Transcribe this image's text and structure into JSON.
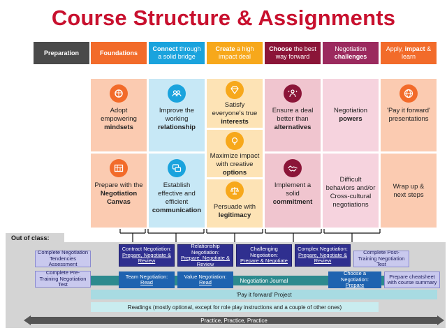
{
  "title": "Course Structure & Assignments",
  "headers": [
    {
      "pre": "",
      "bold": "Preparation",
      "post": "",
      "bg": "#4a4a4a"
    },
    {
      "pre": "",
      "bold": "Foundations",
      "post": "",
      "bg": "#f26b2a"
    },
    {
      "pre": "",
      "bold": "Connect",
      "post": " through a solid bridge",
      "bg": "#1aa3dd"
    },
    {
      "pre": "",
      "bold": "Create",
      "post": " a high impact deal",
      "bg": "#f7a81b"
    },
    {
      "pre": "",
      "bold": "Choose",
      "post": " the best way forward",
      "bg": "#8b1538"
    },
    {
      "pre": "Negotiation ",
      "bold": "challenges",
      "post": "",
      "bg": "#9b2a5e"
    },
    {
      "pre": "Apply, ",
      "bold": "impact",
      "post": " & learn",
      "bg": "#f26b2a"
    }
  ],
  "cells": {
    "foundations_1": {
      "line1": "Adopt",
      "line2": "empowering",
      "bold": "mindsets",
      "icon": "brain-icon"
    },
    "foundations_2": {
      "line1": "Prepare with the",
      "bold1": "Negotiation",
      "bold2": "Canvas",
      "icon": "canvas-icon"
    },
    "connect_1": {
      "line1": "Improve the",
      "line2": "working",
      "bold": "relationship",
      "icon": "people-icon"
    },
    "connect_2": {
      "line1": "Establish",
      "line2": "effective and",
      "line3": "efficient",
      "bold": "communication",
      "icon": "chat-icon"
    },
    "create_1": {
      "line1": "Satisfy",
      "line2": "everyone's true",
      "bold": "interests",
      "icon": "diamond-icon"
    },
    "create_2": {
      "line1": "Maximize impact",
      "line2": "with creative",
      "bold": "options",
      "icon": "lightbulb-icon"
    },
    "create_3": {
      "line1": "Persuade with",
      "bold": "legitimacy",
      "icon": "scales-icon"
    },
    "choose_1": {
      "line1": "Ensure a deal",
      "line2": "better than",
      "bold": "alternatives",
      "icon": "decision-icon"
    },
    "choose_2": {
      "line1": "Implement a",
      "line2": "solid",
      "bold": "commitment",
      "icon": "handshake-icon"
    },
    "challenges_1": {
      "line1": "Negotiation",
      "bold": "powers"
    },
    "challenges_2": {
      "line1": "Difficult",
      "line2": "behaviors and/or",
      "line3": "Cross-cultural",
      "line4": "negotiations"
    },
    "apply_1": {
      "line1": "'Pay it forward'",
      "line2": "presentations",
      "icon": "globe-icon"
    },
    "apply_2": {
      "line1": "Wrap up &",
      "line2": "next steps"
    }
  },
  "out_of_class": {
    "label": "Out of class:",
    "tendencies": "Complete Negotiation Tendencies Assessment",
    "pre_test": "Complete Pre-Training Negotiation Test",
    "contract": {
      "text": "Contract Negotiation:",
      "link": "Prepare, Negotiate & Review"
    },
    "relationship": {
      "text": "Relationship Negotiation:",
      "link": "Prepare, Negotiate & Review"
    },
    "challenging": {
      "text": "Challenging Negotiation:",
      "link": "Prepare & Negotiate"
    },
    "complex": {
      "text": "Complex Negotiation:",
      "link": "Prepare, Negotiate & Review"
    },
    "post_test": "Complete Post-Training Negotiation Test",
    "team": {
      "text": "Team Negotiation:",
      "link": "Read"
    },
    "value": {
      "text": "Value Negotiation:",
      "link": "Read"
    },
    "journal": "Negotiation Journal",
    "choose": {
      "text": "Choose a Negotiation:",
      "link": "Prepare"
    },
    "cheatsheet": "Prepare cheatsheet with course summary",
    "project": "'Pay it forward' Project",
    "readings": "Readings (mostly optional, except for role play instructions and a couple of other ones)",
    "practice": "Practice, Practice, Practice"
  }
}
